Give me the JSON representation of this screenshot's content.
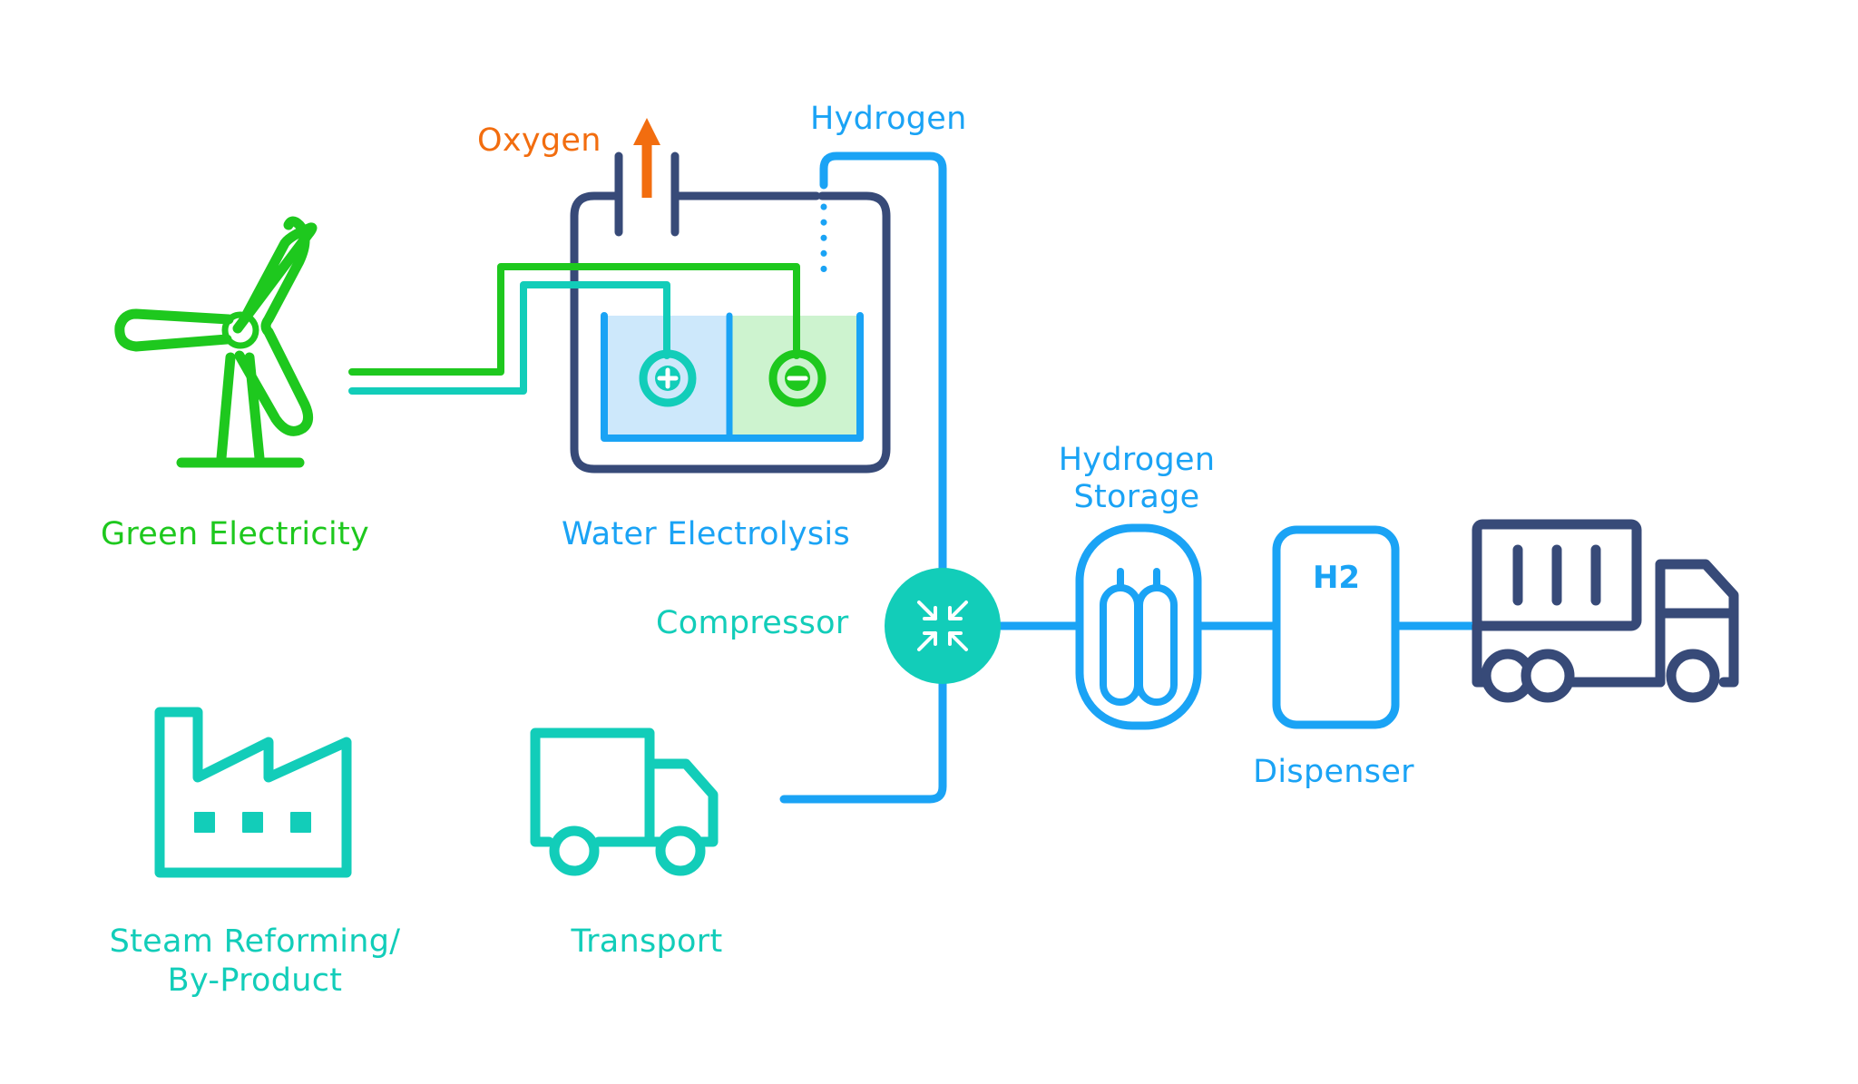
{
  "labels": {
    "oxygen": "Oxygen",
    "hydrogen": "Hydrogen",
    "green_electricity": "Green Electricity",
    "water_electrolysis": "Water Electrolysis",
    "compressor": "Compressor",
    "hydrogen_storage_line1": "Hydrogen",
    "hydrogen_storage_line2": "Storage",
    "dispenser": "Dispenser",
    "dispenser_tag": "H2",
    "steam_reforming_line1": "Steam Reforming/",
    "steam_reforming_line2": "By-Product",
    "transport": "Transport"
  },
  "colors": {
    "green": "#1ec81e",
    "teal": "#12cdb9",
    "blue": "#1aa3f5",
    "navy": "#374a78",
    "orange": "#f26d0f",
    "light_blue_fill": "#cde8fb",
    "light_green_fill": "#cdf3cf"
  },
  "icons": {
    "wind_turbine": "wind-turbine-icon",
    "electrolyzer": "electrolyzer-icon",
    "compressor": "compress-arrows-icon",
    "storage": "gas-cylinders-icon",
    "dispenser": "fuel-dispenser-icon",
    "truck": "cargo-truck-icon",
    "factory": "factory-icon",
    "delivery_truck": "delivery-truck-icon",
    "anode": "plus-circle-icon",
    "cathode": "minus-circle-icon",
    "oxygen_arrow": "up-arrow-icon"
  }
}
